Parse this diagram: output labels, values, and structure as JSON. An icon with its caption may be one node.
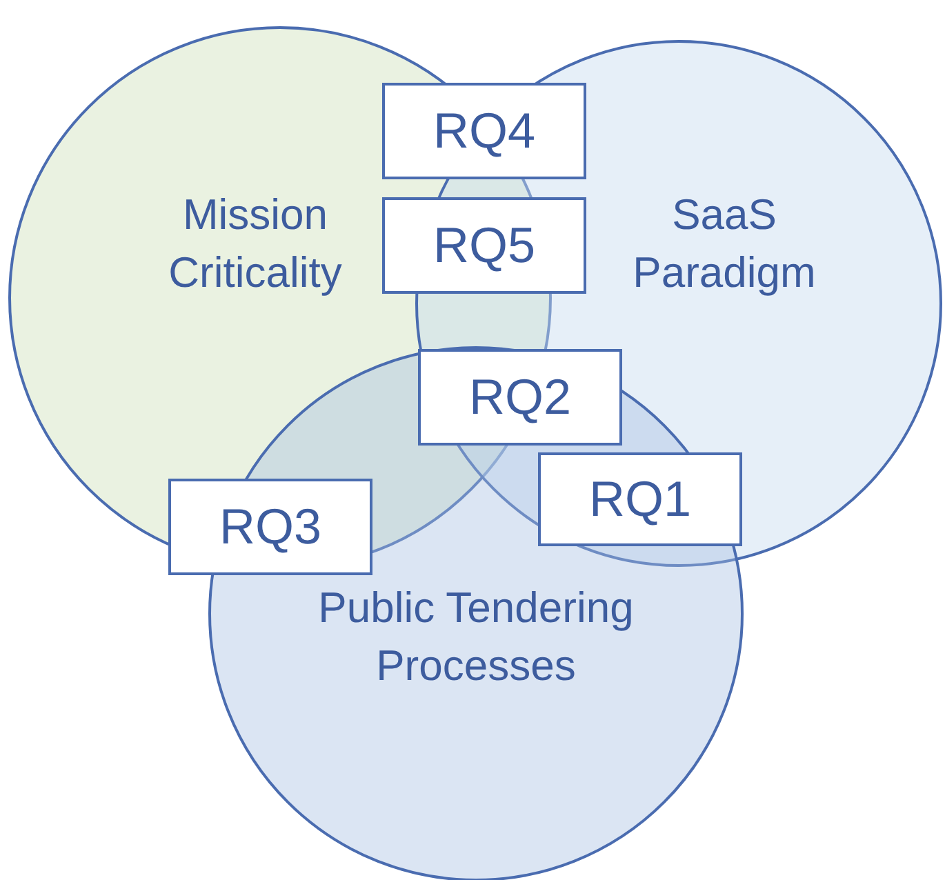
{
  "diagram": {
    "nodes": [
      {
        "text": [
          "Mission Criticality"
        ]
      },
      {
        "text": [
          "SaaS Paradigm"
        ]
      },
      {
        "text": [
          "Public Tendering Processes"
        ]
      },
      {
        "text": [
          "RQ4"
        ]
      },
      {
        "text": [
          "RQ5"
        ]
      },
      {
        "text": [
          "RQ2"
        ]
      },
      {
        "text": [
          "RQ1"
        ]
      },
      {
        "text": [
          "RQ3"
        ]
      }
    ],
    "edges": []
  }
}
